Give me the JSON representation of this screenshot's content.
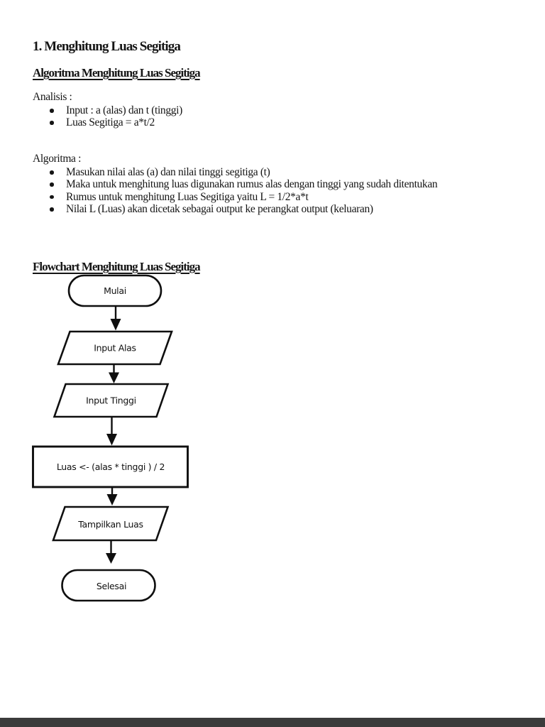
{
  "doc": {
    "title": "1. Menghitung Luas Segitiga",
    "algoritma_heading": "Algoritma Menghitung Luas Segitiga",
    "analisis_label": "Analisis :",
    "analisis_items": [
      "Input : a (alas) dan t (tinggi)",
      "Luas Segitiga = a*t/2"
    ],
    "algoritma_label": "Algoritma :",
    "algoritma_items": [
      "Masukan nilai alas (a) dan nilai tinggi segitiga (t)",
      "Maka untuk menghitung luas digunakan rumus alas dengan tinggi yang sudah ditentukan",
      "Rumus untuk menghitung Luas Segitiga yaitu L = 1/2*a*t",
      "Nilai L (Luas) akan dicetak sebagai output ke perangkat output (keluaran)"
    ],
    "flowchart_heading": "Flowchart Menghitung Luas Segitiga"
  },
  "flowchart": {
    "nodes": [
      {
        "id": "start",
        "type": "terminator",
        "label": "Mulai"
      },
      {
        "id": "input-alas",
        "type": "input",
        "label": "Input Alas"
      },
      {
        "id": "input-tinggi",
        "type": "input",
        "label": "Input Tinggi"
      },
      {
        "id": "process-luas",
        "type": "process",
        "label": "Luas <- (alas * tinggi ) / 2"
      },
      {
        "id": "tampilkan-luas",
        "type": "output",
        "label": "Tampilkan Luas"
      },
      {
        "id": "end",
        "type": "terminator",
        "label": "Selesai"
      }
    ]
  },
  "colors": {
    "ink": "#151515",
    "paper": "#ffffff",
    "bottom_bar": "#3b3b3b"
  }
}
